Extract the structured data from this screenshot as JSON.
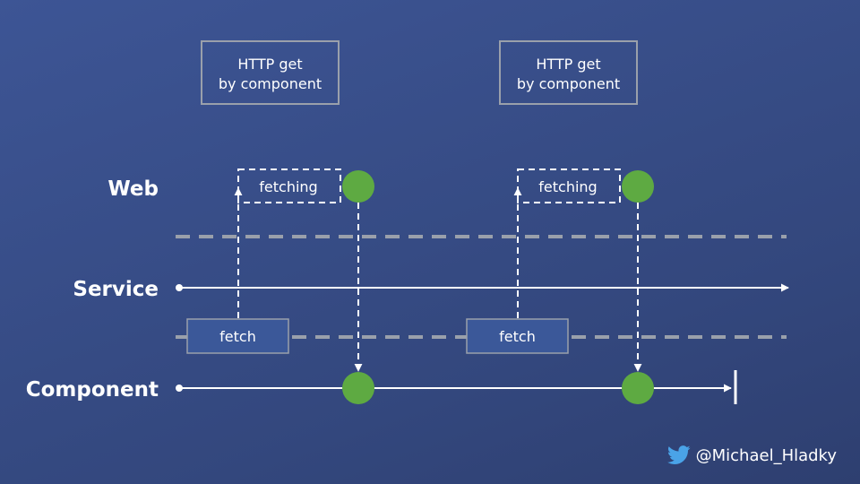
{
  "lanes": {
    "web": "Web",
    "service": "Service",
    "component": "Component"
  },
  "requests": [
    {
      "header": [
        "HTTP get",
        "by component"
      ],
      "fetching": "fetching",
      "fetch": "fetch"
    },
    {
      "header": [
        "HTTP get",
        "by component"
      ],
      "fetching": "fetching",
      "fetch": "fetch"
    }
  ],
  "attribution": {
    "icon": "twitter-bird-icon",
    "handle": "@Michael_Hladky"
  },
  "colors": {
    "background": "#3d5595",
    "emission": "#5eaa42",
    "line": "#ffffff",
    "boundary": "#9aa0ab",
    "fetch_box": "#3b5899"
  }
}
